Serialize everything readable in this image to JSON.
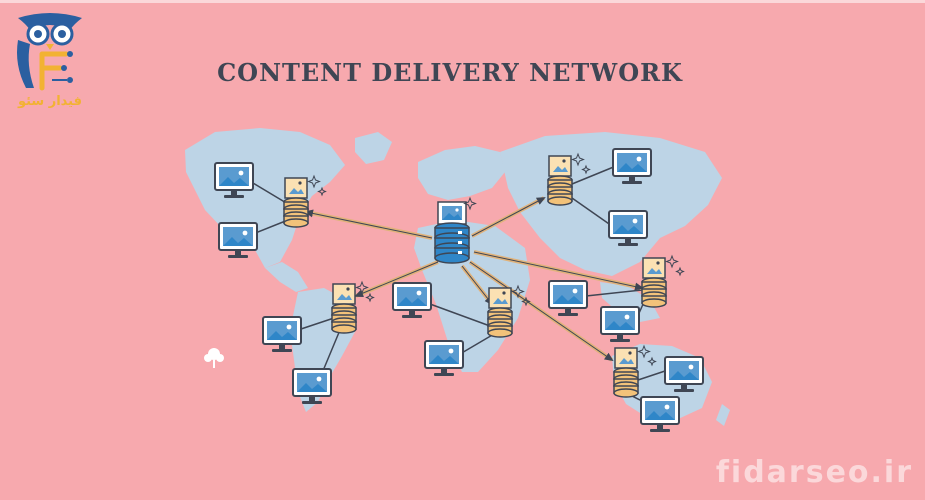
{
  "title": "CONTENT DELIVERY NETWORK",
  "logo": {
    "text": "فیدار سئو"
  },
  "watermark": "fidarseo.ir",
  "colors": {
    "background": "#f7a9ae",
    "map": "#bdd4e6",
    "server_gold": "#f2c27a",
    "server_blue": "#2f86c8",
    "monitor": "#5a9bd0",
    "arrow": "#e0b27a",
    "line": "#3f4654"
  },
  "nodes": {
    "origin": "origin-server",
    "edges": [
      "edge-server-americas",
      "edge-server-south-america",
      "edge-server-africa",
      "edge-server-russia",
      "edge-server-asia",
      "edge-server-australia"
    ]
  }
}
